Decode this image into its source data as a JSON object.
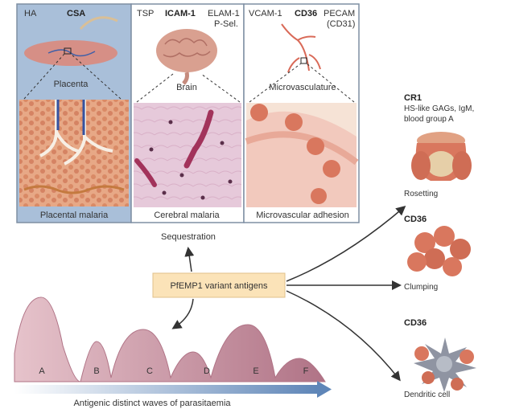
{
  "panels": {
    "placenta": {
      "receptors": [
        "HA",
        "CSA"
      ],
      "organ_label": "Placenta",
      "caption": "Placental malaria"
    },
    "brain": {
      "receptors": [
        "TSP",
        "ICAM-1",
        "ELAM-1",
        "P-Sel."
      ],
      "organ_label": "Brain",
      "caption": "Cerebral malaria"
    },
    "vasculature": {
      "receptors": [
        "VCAM-1",
        "CD36",
        "PECAM",
        "(CD31)"
      ],
      "organ_label": "Microvasculature",
      "caption": "Microvascular adhesion"
    }
  },
  "center": {
    "antigen_label": "PfEMP1 variant antigens",
    "sequestration_label": "Sequestration"
  },
  "waves": {
    "peaks": [
      "A",
      "B",
      "C",
      "D",
      "E",
      "F"
    ],
    "axis_label": "Antigenic distinct waves of parasitaemia"
  },
  "right": {
    "rosetting": {
      "receptor": "CR1",
      "details": [
        "HS-like GAGs, IgM,",
        "blood group A"
      ],
      "label": "Rosetting"
    },
    "clumping": {
      "receptor": "CD36",
      "label": "Clumping"
    },
    "dendritic": {
      "receptor": "CD36",
      "label": "Dendritic cell"
    }
  },
  "colors": {
    "panel_blue": "#a9bfd9",
    "panel_border": "#7f8fa3",
    "antigen_box": "#fbe3b8",
    "wave_fill": "#c78b9a",
    "arrow": "#333333",
    "cell": "#d9775e"
  }
}
